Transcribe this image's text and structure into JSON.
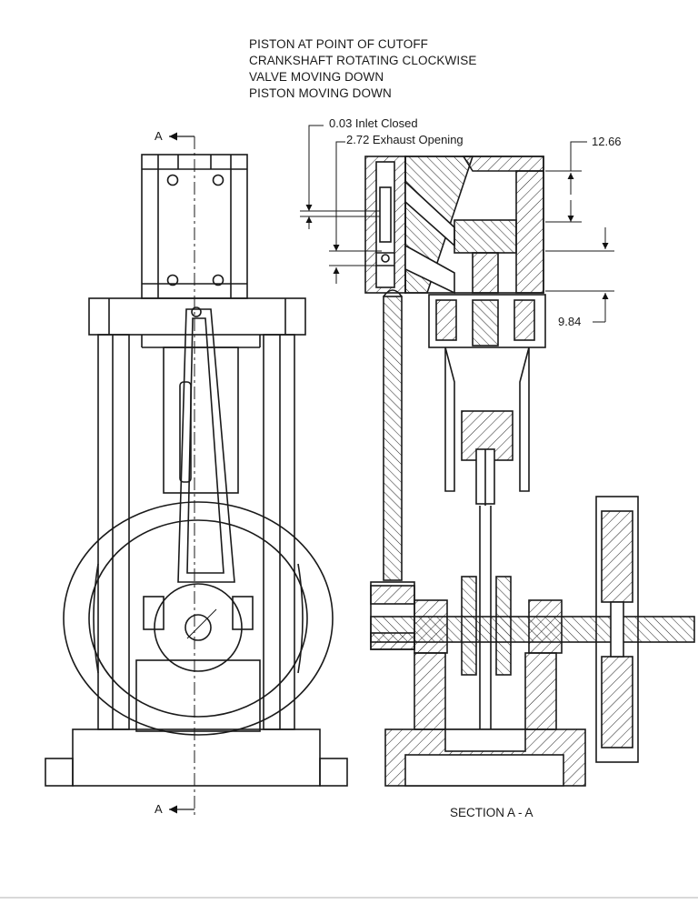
{
  "notes": [
    "PISTON AT POINT OF CUTOFF",
    "CRANKSHAFT ROTATING CLOCKWISE",
    "VALVE  MOVING DOWN",
    "PISTON MOVING DOWN"
  ],
  "dims": {
    "inlet": "0.03  Inlet Closed",
    "exhaust": "2.72 Exhaust Opening",
    "top": "12.66",
    "bottom": "9.84"
  },
  "section_marks": {
    "top": "A",
    "bottom": "A"
  },
  "section_caption": "SECTION A - A"
}
